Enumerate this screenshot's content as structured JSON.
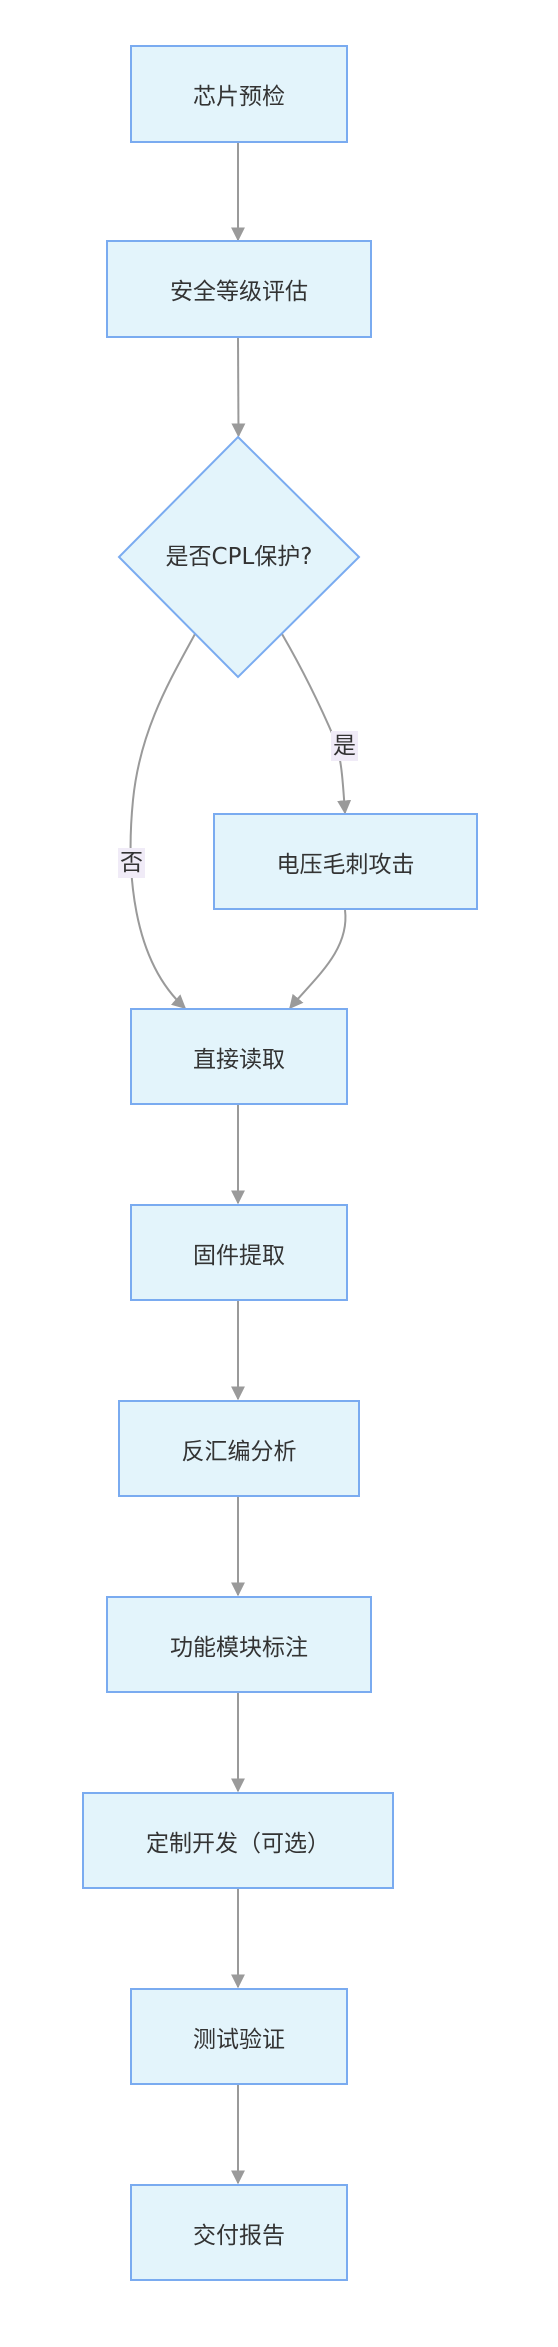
{
  "nodes": {
    "pre_check": "芯片预检",
    "security_eval": "安全等级评估",
    "decision_cpl": "是否CPL保护?",
    "voltage_glitch": "电压毛刺攻击",
    "direct_read": "直接读取",
    "firmware_extract": "固件提取",
    "disassembly": "反汇编分析",
    "module_annotation": "功能模块标注",
    "custom_dev": "定制开发（可选）",
    "test_verify": "测试验证",
    "delivery_report": "交付报告"
  },
  "edge_labels": {
    "yes": "是",
    "no": "否"
  },
  "colors": {
    "node_fill": "#e3f4fb",
    "node_border": "#7aabf0",
    "edge": "#9a9a9a",
    "edge_label_bg": "#f0ebf7",
    "text": "#333333"
  }
}
